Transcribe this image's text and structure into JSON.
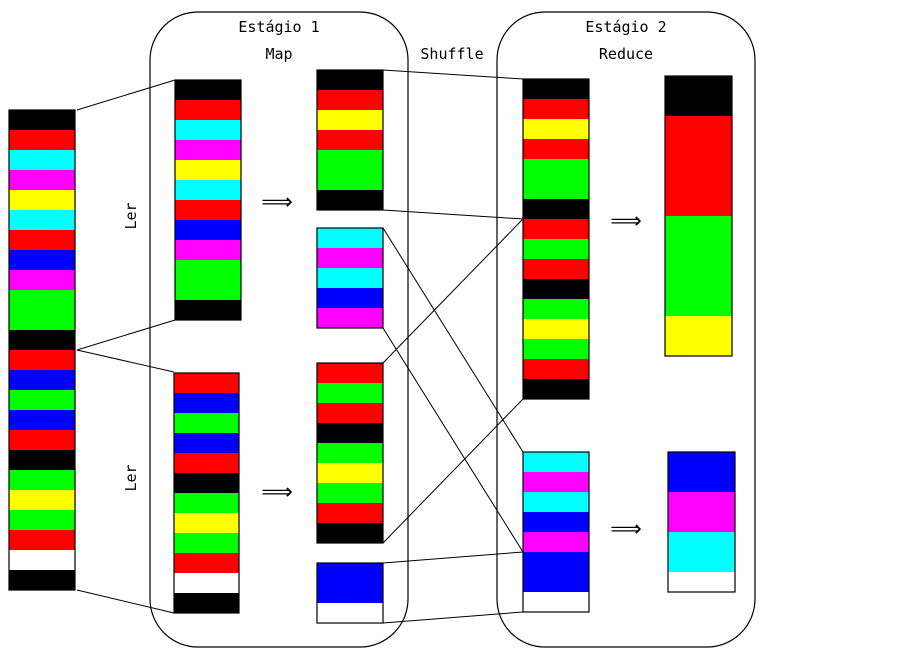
{
  "palette": {
    "K": "#000000",
    "R": "#ff0000",
    "C": "#00ffff",
    "M": "#ff00ff",
    "Y": "#ffff00",
    "B": "#0000ff",
    "G": "#00ff00",
    "W": "#ffffff"
  },
  "labels": {
    "stage1_title": "Estágio 1",
    "stage1_subtitle": "Map",
    "stage2_title": "Estágio 2",
    "stage2_subtitle": "Reduce",
    "shuffle": "Shuffle",
    "read_top": "Ler",
    "read_bottom": "Ler",
    "arrow": "⟹"
  },
  "input_blocks": [
    "K",
    "R",
    "C",
    "M",
    "Y",
    "C",
    "R",
    "B",
    "M",
    "G",
    "G",
    "K",
    "R",
    "B",
    "G",
    "B",
    "R",
    "K",
    "G",
    "Y",
    "G",
    "R",
    "W",
    "K"
  ],
  "split_top": [
    "K",
    "R",
    "C",
    "M",
    "Y",
    "C",
    "R",
    "B",
    "M",
    "G",
    "G",
    "K"
  ],
  "split_bottom": [
    "R",
    "B",
    "G",
    "B",
    "R",
    "K",
    "G",
    "Y",
    "G",
    "R",
    "W",
    "K"
  ],
  "map_outputs": [
    [
      "K",
      "R",
      "Y",
      "R",
      "G",
      "G",
      "K"
    ],
    [
      "C",
      "M",
      "C",
      "B",
      "M"
    ],
    [
      "R",
      "G",
      "R",
      "K",
      "G",
      "Y",
      "G",
      "R",
      "K"
    ],
    [
      "B",
      "B",
      "W"
    ]
  ],
  "shuffle_groups": [
    [
      "K",
      "R",
      "Y",
      "R",
      "G",
      "G",
      "K",
      "R",
      "G",
      "R",
      "K",
      "G",
      "Y",
      "G",
      "R",
      "K"
    ],
    [
      "C",
      "M",
      "C",
      "B",
      "M",
      "B",
      "B",
      "W"
    ]
  ],
  "reduce_outputs": [
    [
      "K",
      "K",
      "R",
      "R",
      "R",
      "R",
      "R",
      "G",
      "G",
      "G",
      "G",
      "G",
      "Y",
      "Y"
    ],
    [
      "B",
      "B",
      "M",
      "M",
      "C",
      "C",
      "W"
    ]
  ]
}
